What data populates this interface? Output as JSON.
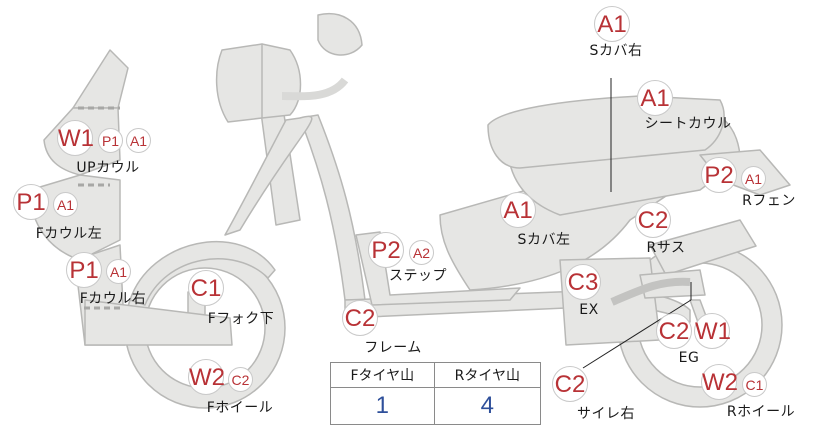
{
  "badges": {
    "sv_right_a1": "A1",
    "seat_a1": "A1",
    "upcowl_w1": "W1",
    "upcowl_p1": "P1",
    "upcowl_a1": "A1",
    "fcowl_left_p1": "P1",
    "fcowl_left_a1": "A1",
    "fcowl_right_p1": "P1",
    "fcowl_right_a1": "A1",
    "rfender_p2": "P2",
    "rfender_a1": "A1",
    "sv_left_a1": "A1",
    "rsus_c2": "C2",
    "step_p2": "P2",
    "step_a2": "A2",
    "ffork_c1": "C1",
    "ex_c3": "C3",
    "frame_c2": "C2",
    "eg_c2": "C2",
    "eg_w1": "W1",
    "fwheel_w2": "W2",
    "fwheel_c2": "C2",
    "muffler_c2": "C2",
    "rwheel_w2": "W2",
    "rwheel_c1": "C1"
  },
  "labels": {
    "side_cover_right": "Sカバ右",
    "seat_cowl": "シートカウル",
    "up_cowl": "UPカウル",
    "f_cowl_left": "Fカウル左",
    "r_fender": "Rフェン",
    "side_cover_left": "Sカバ左",
    "r_sus": "Rサス",
    "step": "ステップ",
    "f_cowl_right": "Fカウル右",
    "f_fork": "Fフォク下",
    "ex": "EX",
    "frame": "フレーム",
    "eg": "EG",
    "f_wheel": "Fホイール",
    "muffler_right": "サイレ右",
    "r_wheel": "Rホイール"
  },
  "tire_table": {
    "front_header": "Fタイヤ山",
    "rear_header": "Rタイヤ山",
    "front_value": "1",
    "rear_value": "4"
  },
  "colors": {
    "part_fill": "#e6e6e4",
    "part_stroke": "#b8b8b6",
    "badge_text": "#b83236",
    "table_value": "#2e4f9a"
  }
}
